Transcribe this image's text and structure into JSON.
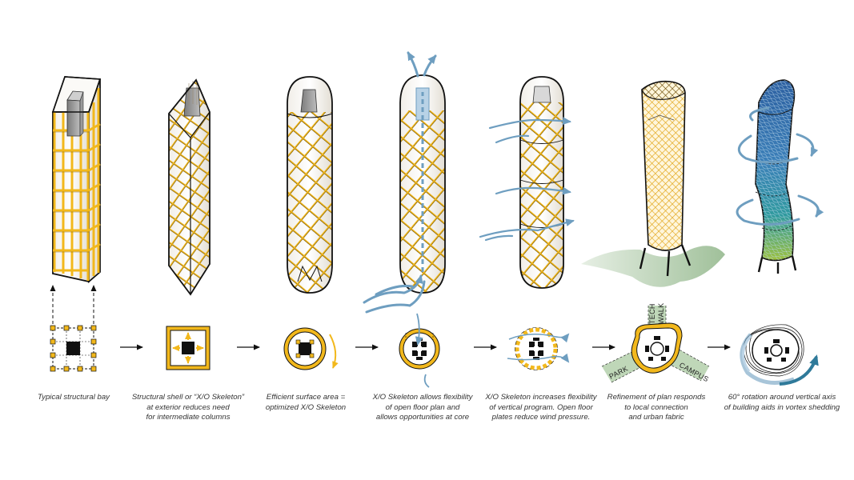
{
  "stages": [
    {
      "caption": [
        "Typical structural bay"
      ]
    },
    {
      "caption": [
        "Structural shell or “X/O Skeleton”",
        "at exterior reduces need",
        "for intermediate columns"
      ]
    },
    {
      "caption": [
        "Efficient surface area =",
        "optimized X/O Skeleton"
      ]
    },
    {
      "caption": [
        "X/O Skeleton allows flexibility",
        "of open floor plan and",
        "allows opportunities at core"
      ]
    },
    {
      "caption": [
        "X/O Skeleton increases flexibility",
        "of vertical program. Open floor",
        "plates reduce wind pressure."
      ]
    },
    {
      "caption": [
        "Refinement of plan responds",
        "to local connection",
        "and urban fabric"
      ]
    },
    {
      "caption": [
        "60° rotation around vertical axis",
        "of building aids in vortex shedding"
      ]
    }
  ],
  "site_labels": {
    "tech": "TECH",
    "walk": "WALK",
    "park": "PARK",
    "campus": "CAMPUS"
  },
  "colors": {
    "gold": "#f2b81c",
    "gold_dark": "#d49a0c",
    "wind": "#6e9ec0",
    "outline": "#111111",
    "green": "#a9c9a0",
    "core_gray": "#8e8e8e"
  }
}
